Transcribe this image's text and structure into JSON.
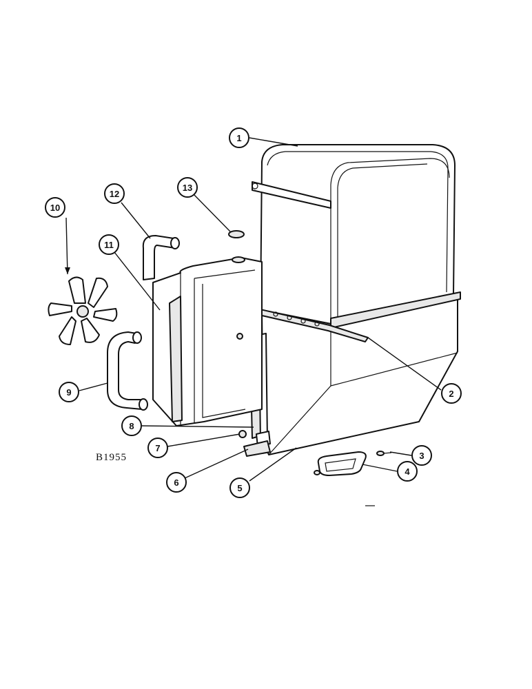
{
  "drawing_code": "B1955",
  "callouts": [
    {
      "id": "1",
      "label": "1"
    },
    {
      "id": "2",
      "label": "2"
    },
    {
      "id": "3",
      "label": "3"
    },
    {
      "id": "4",
      "label": "4"
    },
    {
      "id": "5",
      "label": "5"
    },
    {
      "id": "6",
      "label": "6"
    },
    {
      "id": "7",
      "label": "7"
    },
    {
      "id": "8",
      "label": "8"
    },
    {
      "id": "9",
      "label": "9"
    },
    {
      "id": "10",
      "label": "10"
    },
    {
      "id": "11",
      "label": "11"
    },
    {
      "id": "12",
      "label": "12"
    },
    {
      "id": "13",
      "label": "13"
    }
  ]
}
